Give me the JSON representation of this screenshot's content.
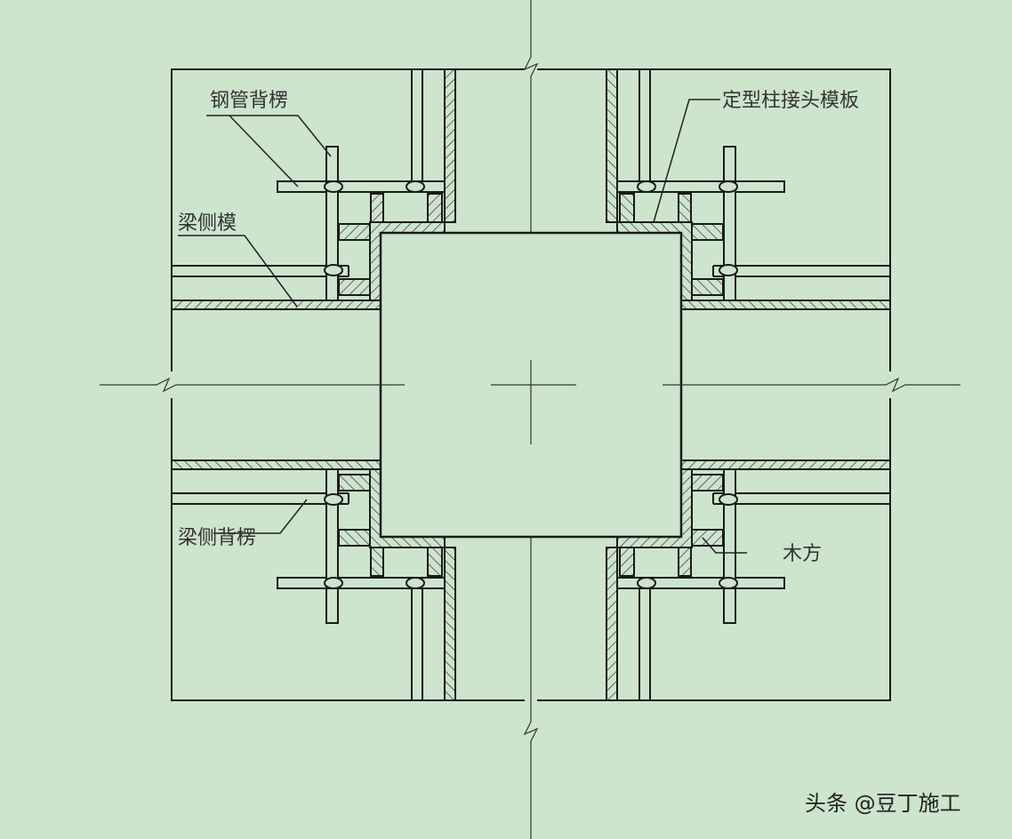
{
  "colors": {
    "background": "#cde4cd",
    "line": "#1a1a1a"
  },
  "labels": {
    "steel_pipe_backing": "钢管背楞",
    "column_joint_formwork": "定型柱接头模板",
    "beam_side_form": "梁侧模",
    "beam_side_backing": "梁侧背楞",
    "timber": "木方"
  },
  "watermark": "头条 @豆丁施工"
}
